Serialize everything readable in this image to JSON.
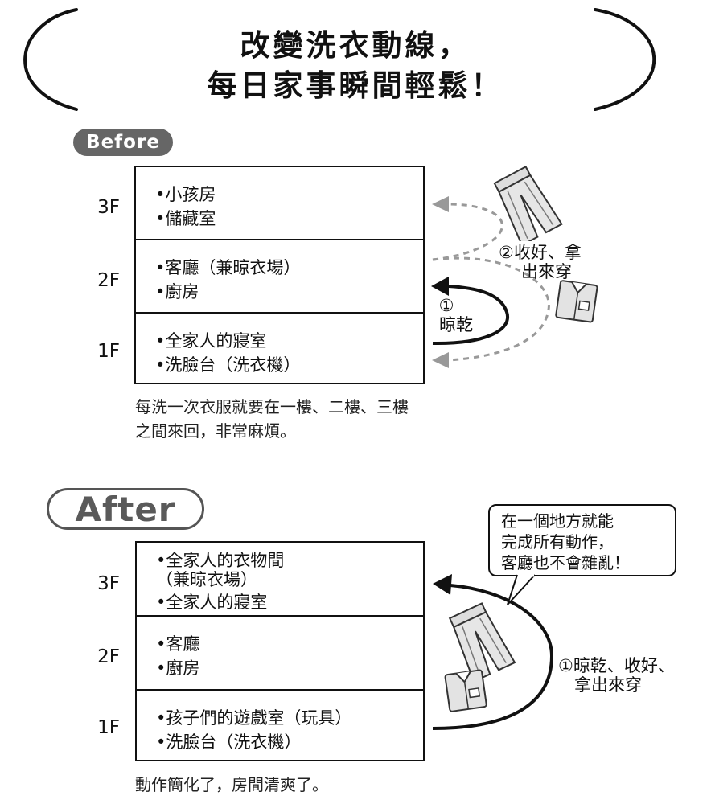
{
  "title": {
    "line1": "改變洗衣動線，",
    "line2": "每日家事瞬間輕鬆！"
  },
  "before": {
    "badge": "Before",
    "floors": [
      {
        "label": "3F",
        "rooms": [
          "•小孩房",
          "•儲藏室"
        ]
      },
      {
        "label": "2F",
        "rooms": [
          "•客廳（兼晾衣場）",
          "•廚房"
        ]
      },
      {
        "label": "1F",
        "rooms": [
          "•全家人的寢室",
          "•洗臉台（洗衣機）"
        ]
      }
    ],
    "step1": {
      "number": "①",
      "label": "晾乾"
    },
    "step2": {
      "line1": "②收好、拿",
      "line2": "出來穿"
    },
    "caption": {
      "line1": "每洗一次衣服就要在一樓、二樓、三樓",
      "line2": "之間來回，非常麻煩。"
    }
  },
  "after": {
    "badge": "After",
    "floors": [
      {
        "label": "3F",
        "rooms": [
          "•全家人的衣物間",
          "（兼晾衣場）",
          "•全家人的寢室"
        ]
      },
      {
        "label": "2F",
        "rooms": [
          "•客廳",
          "•廚房"
        ]
      },
      {
        "label": "1F",
        "rooms": [
          "•孩子們的遊戲室（玩具）",
          "•洗臉台（洗衣機）"
        ]
      }
    ],
    "bubble": {
      "line1": "在一個地方就能",
      "line2": "完成所有動作，",
      "line3": "客廳也不會雜亂！"
    },
    "step": {
      "line1": "①晾乾、收好、",
      "line2": "拿出來穿"
    },
    "caption": "動作簡化了，房間清爽了。"
  },
  "icons": [
    "pants-icon",
    "shirt-icon"
  ],
  "colors": {
    "badge_bg": "#666666",
    "dashed_arrow": "#999999",
    "solid_arrow": "#111111"
  }
}
